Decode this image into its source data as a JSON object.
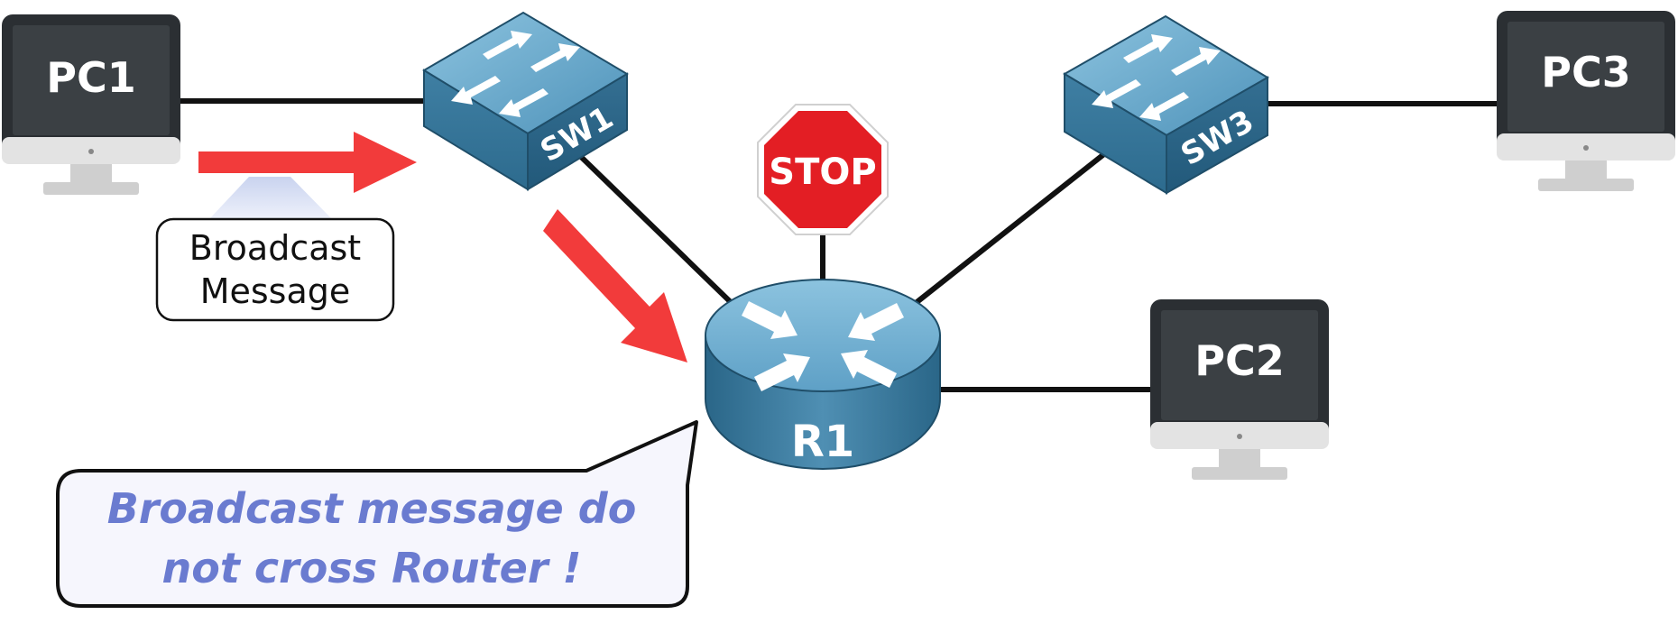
{
  "devices": {
    "pc1": {
      "label": "PC1"
    },
    "pc2": {
      "label": "PC2"
    },
    "pc3": {
      "label": "PC3"
    },
    "sw1": {
      "label": "SW1"
    },
    "sw3": {
      "label": "SW3"
    },
    "r1": {
      "label": "R1"
    }
  },
  "stop_sign": {
    "text": "STOP"
  },
  "broadcast_box": {
    "line1": "Broadcast",
    "line2": "Message"
  },
  "callout": {
    "line1": "Broadcast message do",
    "line2": "not cross Router !"
  },
  "colors": {
    "arrow": "#f23b3b",
    "link": "#111111",
    "monitor_dark": "#2b2f33",
    "monitor_screen": "#3b4044",
    "monitor_stand": "#d5d5d5",
    "device_blue": "#4f8fb3",
    "device_blue_dark": "#2a6688",
    "stop_red": "#e31e24",
    "callout_text": "#6a7bd0",
    "callout_bg": "#f6f6fd"
  }
}
